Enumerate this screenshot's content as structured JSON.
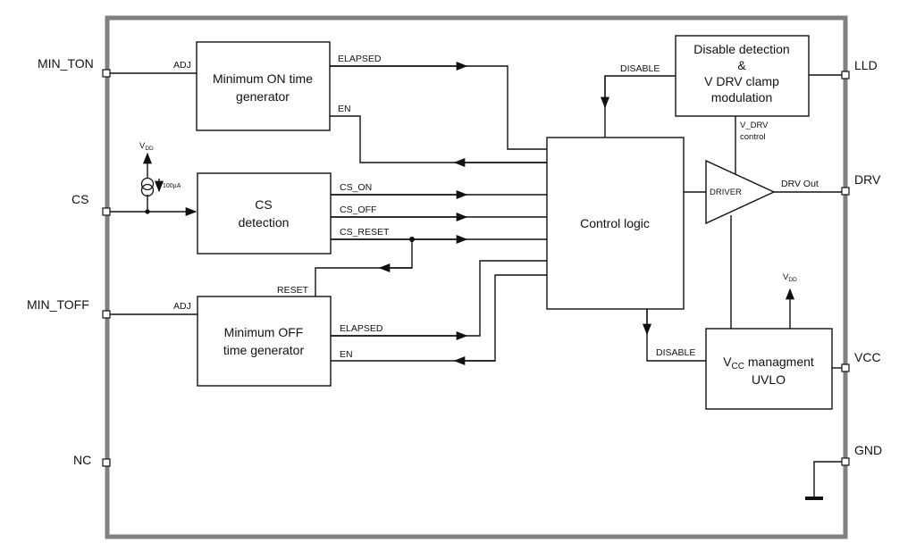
{
  "pins": {
    "min_ton": "MIN_TON",
    "cs": "CS",
    "min_toff": "MIN_TOFF",
    "nc": "NC",
    "lld": "LLD",
    "drv": "DRV",
    "vcc": "VCC",
    "gnd": "GND"
  },
  "blocks": {
    "min_on": {
      "line1": "Minimum ON time",
      "line2": "generator"
    },
    "cs_detect": {
      "line1": "CS",
      "line2": "detection"
    },
    "min_off": {
      "line1": "Minimum OFF",
      "line2": "time generator"
    },
    "control": {
      "label": "Control logic"
    },
    "disable": {
      "line1": "Disable detection",
      "line2": "&",
      "line3": "V DRV clamp",
      "line4": "modulation"
    },
    "driver": {
      "label": "DRIVER"
    },
    "vcc_mgmt": {
      "line1_main": "V",
      "line1_sub": "CC",
      "line1_rest": " managment",
      "line2": "UVLO"
    }
  },
  "signals": {
    "adj_top": "ADJ",
    "adj_bottom": "ADJ",
    "elapsed_top": "ELAPSED",
    "en_top": "EN",
    "cs_on": "CS_ON",
    "cs_off": "CS_OFF",
    "cs_reset": "CS_RESET",
    "reset": "RESET",
    "elapsed_bottom": "ELAPSED",
    "en_bottom": "EN",
    "disable_top": "DISABLE",
    "disable_bottom": "DISABLE",
    "v_drv": "V_DRV",
    "control": "control",
    "drv_out": "DRV Out",
    "current_source": "100µA",
    "vdd_main": "V",
    "vdd_sub": "DD"
  }
}
